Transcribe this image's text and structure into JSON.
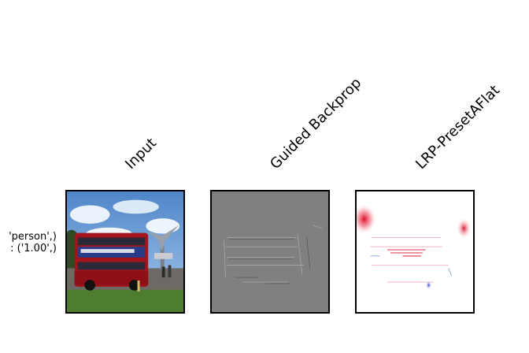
{
  "columns": [
    {
      "label": "Input"
    },
    {
      "label": "Guided Backprop"
    },
    {
      "label": "LRP-PresetAFlat"
    }
  ],
  "row_label": {
    "line1": "'person',)",
    "line2": ": ('1.00',)"
  },
  "colors": {
    "gradient_gray": "#808080",
    "lrp_positive": "#e0001a",
    "lrp_negative": "#1a2bd6",
    "bus_red": "#a5141c"
  }
}
